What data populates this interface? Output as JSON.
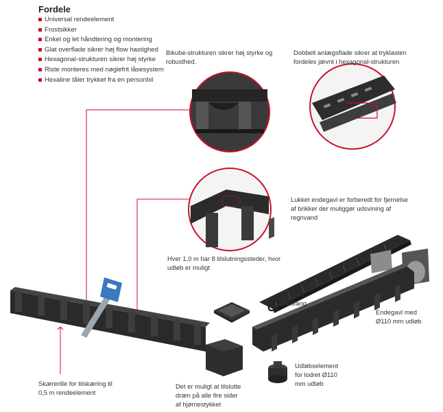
{
  "features": {
    "title": "Fordele",
    "items": [
      "Universal rendeelement",
      "Frostsikker",
      "Enkel og let håndtering og montering",
      "Glat overflade sikrer høj flow hastighed",
      "Hexagonal-strukturen sikrer høj styrke",
      "Riste monteres med nøglefrit låsesystem",
      "Hexaline tåler trykket fra en personbil"
    ]
  },
  "callouts": {
    "bikube_l1": "Bikube-strukturen sikrer høj styrke og",
    "bikube_l2": "robusthed.",
    "dobbelt_l1": "Dobbelt anlægsflade sikrer at tryklasten",
    "dobbelt_l2": "fordeles jævnt i hexagonal-strukturen",
    "lukket_l1": "Lukket endegavl er forberedt for fjernelse",
    "lukket_l2": "af brikker der muliggør udsvining af",
    "lukket_l3": "regnvand",
    "hver_l1": "Hver 1,0 m har 8 tilslutningssteder, hvor",
    "hver_l2": "udløb er muligt",
    "bladfang": "Bladfang",
    "endegavl_l1": "Endegavl med",
    "endegavl_l2": "Ø110 mm udløb",
    "udlob_l1": "Udløbselement",
    "udlob_l2": "for lodret Ø110",
    "udlob_l3": "mm udløb",
    "skaer_l1": "Skærerille for tilskæring til",
    "skaer_l2": "0,5 m rendeelement",
    "muligt_l1": "Det er muligt at tilslutte",
    "muligt_l2": "dræn på alle fire sider",
    "muligt_l3": "af hjørnestykket"
  },
  "colors": {
    "accent": "#c8102e",
    "product": "#2b2b2b",
    "product_light": "#4a4a4a"
  }
}
